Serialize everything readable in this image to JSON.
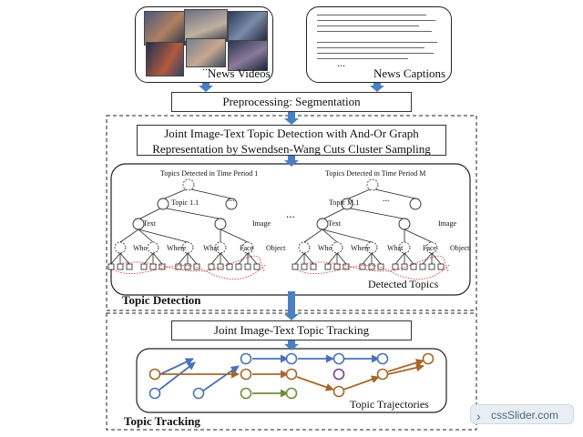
{
  "inputs": {
    "videos_label": "News Videos",
    "captions_label": "News Captions",
    "ellipsis": "..."
  },
  "steps": {
    "preprocessing": "Preprocessing: Segmentation",
    "joint_detection_line1": "Joint Image-Text Topic Detection with And-Or Graph",
    "joint_detection_line2": "Representation by Swendsen-Wang Cuts Cluster Sampling",
    "tracking": "Joint Image-Text Topic Tracking"
  },
  "detection": {
    "section_label": "Topic Detection",
    "period_1": "Topics Detected in Time Period 1",
    "period_m": "Topics Detected in Time Period M",
    "topic_1": "Topic 1.1",
    "topic_m": "Topic M.1",
    "node_text": "Text",
    "node_image": "Image",
    "leaf_who": "Who",
    "leaf_where": "Where",
    "leaf_what": "What",
    "leaf_face": "Face",
    "leaf_object": "Object",
    "dots": "...",
    "between_dots": "...",
    "footer": "Detected Topics"
  },
  "tracking_section": {
    "section_label": "Topic Tracking",
    "footer": "Topic Trajectories"
  },
  "watermark": "cssSlider.com",
  "colors": {
    "arrow_blue": "#4a7fc1",
    "blue_traj": "#4b72b8",
    "brown_traj": "#a7672a",
    "green_traj": "#6f8d3a",
    "purple_node": "#7a3f8f",
    "red_dotted": "#cc2222"
  }
}
